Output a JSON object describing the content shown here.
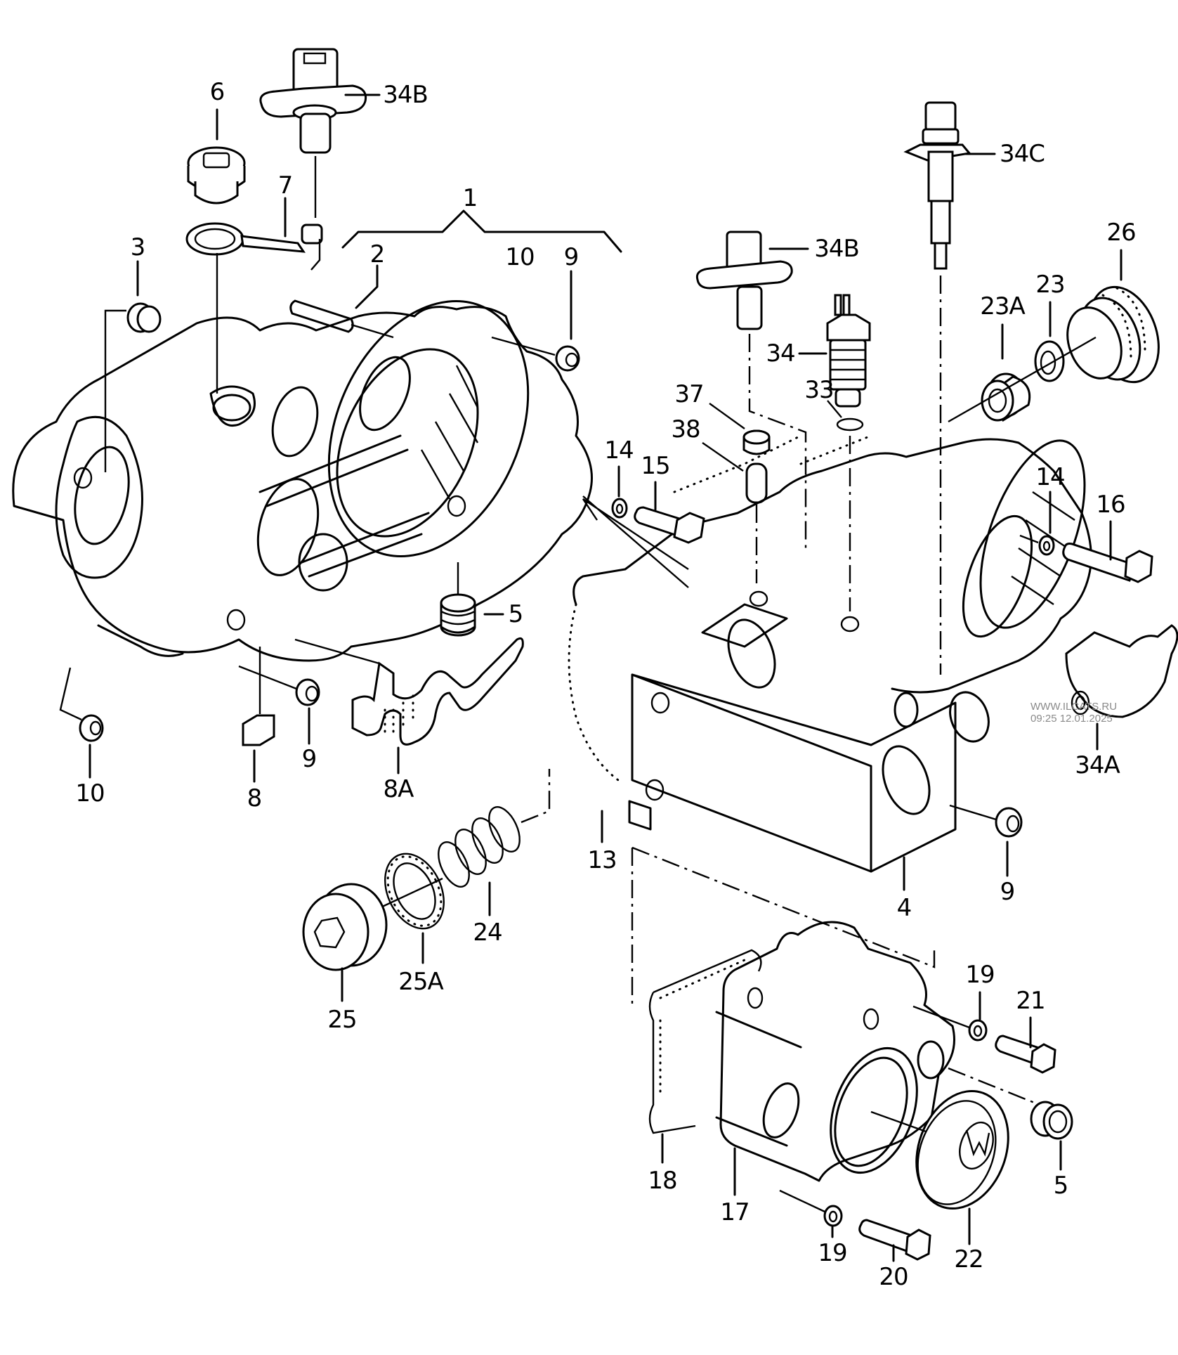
{
  "diagram": {
    "title": "Manual gearbox housing exploded parts view",
    "callouts": [
      {
        "id": "c6",
        "text": "6"
      },
      {
        "id": "c34b-top",
        "text": "34B"
      },
      {
        "id": "c7",
        "text": "7"
      },
      {
        "id": "c1",
        "text": "1"
      },
      {
        "id": "c3",
        "text": "3"
      },
      {
        "id": "c2",
        "text": "2"
      },
      {
        "id": "c10-top",
        "text": "10"
      },
      {
        "id": "c9-top",
        "text": "9"
      },
      {
        "id": "c34c",
        "text": "34C"
      },
      {
        "id": "c34b-right",
        "text": "34B"
      },
      {
        "id": "c26",
        "text": "26"
      },
      {
        "id": "c23",
        "text": "23"
      },
      {
        "id": "c23a",
        "text": "23A"
      },
      {
        "id": "c34",
        "text": "34"
      },
      {
        "id": "c33",
        "text": "33"
      },
      {
        "id": "c37",
        "text": "37"
      },
      {
        "id": "c38",
        "text": "38"
      },
      {
        "id": "c14-left",
        "text": "14"
      },
      {
        "id": "c15",
        "text": "15"
      },
      {
        "id": "c14-right",
        "text": "14"
      },
      {
        "id": "c16",
        "text": "16"
      },
      {
        "id": "c5-mid",
        "text": "5"
      },
      {
        "id": "c10-bottom",
        "text": "10"
      },
      {
        "id": "c8",
        "text": "8"
      },
      {
        "id": "c9-left",
        "text": "9"
      },
      {
        "id": "c8a",
        "text": "8A"
      },
      {
        "id": "c34a",
        "text": "34A"
      },
      {
        "id": "c13",
        "text": "13"
      },
      {
        "id": "c9-right",
        "text": "9"
      },
      {
        "id": "c4",
        "text": "4"
      },
      {
        "id": "c24",
        "text": "24"
      },
      {
        "id": "c25a",
        "text": "25A"
      },
      {
        "id": "c25",
        "text": "25"
      },
      {
        "id": "c19-top",
        "text": "19"
      },
      {
        "id": "c21",
        "text": "21"
      },
      {
        "id": "c18",
        "text": "18"
      },
      {
        "id": "c17",
        "text": "17"
      },
      {
        "id": "c5-bottom",
        "text": "5"
      },
      {
        "id": "c19-bottom",
        "text": "19"
      },
      {
        "id": "c20",
        "text": "20"
      },
      {
        "id": "c22",
        "text": "22"
      }
    ]
  },
  "watermark": {
    "site": "WWW.ILCATS.RU",
    "timestamp": "09:25 12.01.2025"
  }
}
